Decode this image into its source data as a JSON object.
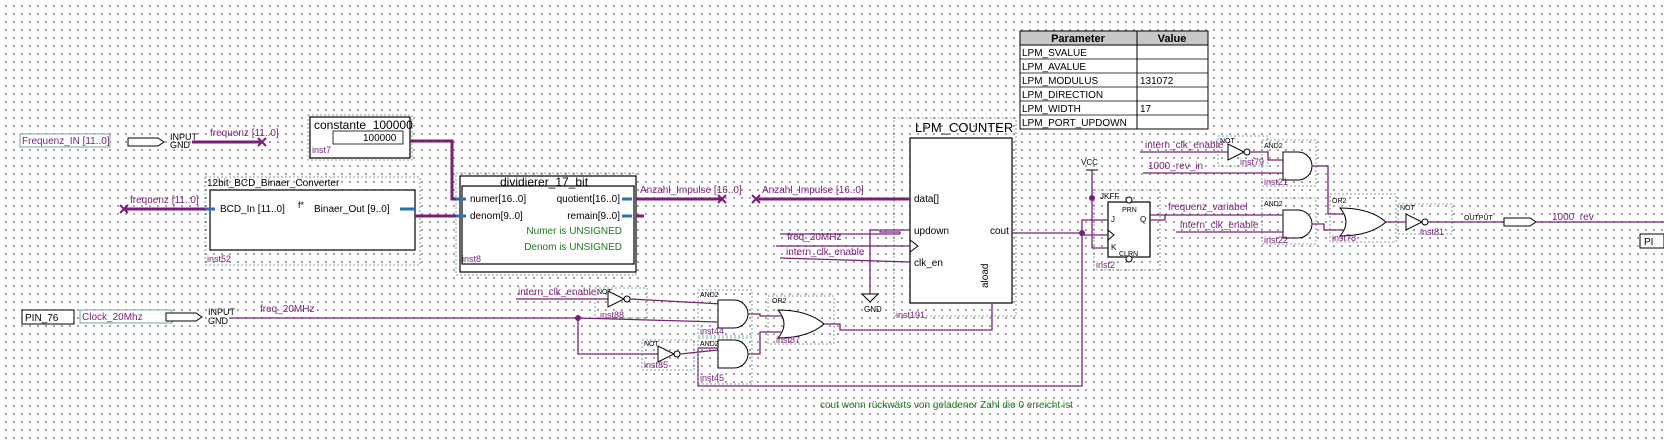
{
  "param_table": {
    "header": [
      "Parameter",
      "Value"
    ],
    "rows": [
      [
        "LPM_SVALUE",
        ""
      ],
      [
        "LPM_AVALUE",
        ""
      ],
      [
        "LPM_MODULUS",
        "131072"
      ],
      [
        "LPM_DIRECTION",
        ""
      ],
      [
        "LPM_WIDTH",
        "17"
      ],
      [
        "LPM_PORT_UPDOWN",
        ""
      ]
    ]
  },
  "inputs": {
    "frequenz_in": {
      "label": "Frequenz_IN [11..0]",
      "kind": "INPUT",
      "default": "GND",
      "net": "frequenz [11..0]"
    },
    "clock": {
      "pin": "PIN_76",
      "label": "Clock_20Mhz",
      "kind": "INPUT",
      "default": "GND",
      "net": "freq_20MHz"
    }
  },
  "constant": {
    "title": "constante_100000",
    "value": "100000",
    "inst": "inst7"
  },
  "bcd": {
    "title": "12bit_BCD_Binaer_Converter",
    "in": "BCD_In [11..0]",
    "out": "Binaer_Out [9..0]",
    "net_in": "frequenz [11..0]",
    "inst": "inst52"
  },
  "divider": {
    "title": "dividierer_17_bit",
    "ports_in": [
      "numer[16..0]",
      "denom[9..0]"
    ],
    "ports_out": [
      "quotient[16..0]",
      "remain[9..0]"
    ],
    "notes": [
      "Numer is UNSIGNED",
      "Denom is UNSIGNED"
    ],
    "inst": "inst8",
    "net_out": "Anzahl_Impulse [16..0]"
  },
  "counter": {
    "title": "LPM_COUNTER",
    "ports": [
      "data[]",
      "updown",
      "clk_en",
      "cout",
      "aload"
    ],
    "inst": "inst191",
    "net_data": "Anzahl_Impulse [16..0]",
    "net_updown": "freq_20MHz",
    "net_clken": "intern_clk_enable",
    "gnd": "GND"
  },
  "jkff": {
    "title": "JKFF",
    "pins": [
      "PRN",
      "J",
      "Q",
      "K",
      "CLRN"
    ],
    "inst": "inst2",
    "vcc": "VCC"
  },
  "gates": {
    "not_top": {
      "type": "NOT",
      "inst": "inst79",
      "net": "intern_clk_enable"
    },
    "and_21": {
      "type": "AND2",
      "inst": "inst21",
      "net": "1000_rev_in"
    },
    "and_22": {
      "type": "AND2",
      "inst": "inst22",
      "net_a": "frequenz_variabel",
      "net_b": "intern_clk_enable"
    },
    "or_78": {
      "type": "OR2",
      "inst": "inst78"
    },
    "not_81": {
      "type": "NOT",
      "inst": "inst81"
    },
    "not_88": {
      "type": "NOT",
      "inst": "inst88",
      "net": "intern_clk_enable"
    },
    "and_44": {
      "type": "AND2",
      "inst": "inst44"
    },
    "or_87": {
      "type": "OR2",
      "inst": "inst87"
    },
    "not_85": {
      "type": "NOT",
      "inst": "inst85"
    },
    "and_45": {
      "type": "AND2",
      "inst": "inst45"
    }
  },
  "output": {
    "kind": "OUTPUT",
    "net": "1000_rev",
    "pin": "PI"
  },
  "comment": "cout wenn rückwärts von geladener Zahl die 0 erreicht ist"
}
